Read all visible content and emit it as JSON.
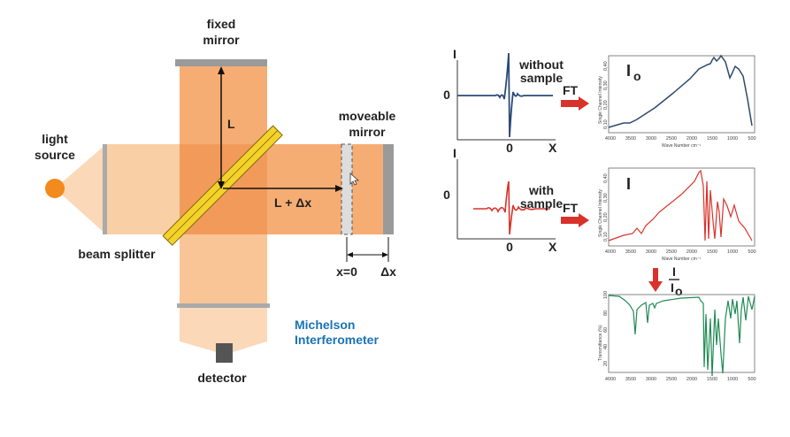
{
  "interferometer": {
    "fixed_mirror": [
      "fixed",
      "mirror"
    ],
    "moveable_mirror": [
      "moveable",
      "mirror"
    ],
    "light_source": [
      "light",
      "source"
    ],
    "beam_splitter": "beam splitter",
    "detector": "detector",
    "L": "L",
    "L_dx": "L + Δx",
    "x0": "x=0",
    "dx": "Δx",
    "title": [
      "Michelson",
      "Interferometer"
    ]
  },
  "interferograms": [
    {
      "y_label": "I",
      "zero": "0",
      "x_zero": "0",
      "x_label": "X",
      "caption": [
        "without",
        "sample"
      ],
      "ft": "FT",
      "color": "#2b4a78"
    },
    {
      "y_label": "I",
      "zero": "0",
      "x_zero": "0",
      "x_label": "X",
      "caption": [
        "with",
        "sample"
      ],
      "ft": "FT",
      "color": "#d9322a"
    }
  ],
  "spectra": [
    {
      "label": "I",
      "sub": "o",
      "y_axis": "Single Channel Intensity",
      "y_ticks": [
        "0,40",
        "0,30",
        "0,20",
        "0,10"
      ],
      "x_axis": "Wave Number cm⁻¹",
      "x_ticks": [
        "4000",
        "3500",
        "3000",
        "2500",
        "2000",
        "1500",
        "1000",
        "500"
      ],
      "color": "#2e4a6b"
    },
    {
      "label": "I",
      "y_axis": "Single Channel Intensity",
      "y_ticks": [
        "0,40",
        "0,30",
        "0,20",
        "0,10"
      ],
      "x_axis": "Wave Number cm⁻¹",
      "x_ticks": [
        "4000",
        "3500",
        "3000",
        "2500",
        "2000",
        "1500",
        "1000",
        "500"
      ],
      "color": "#d9322a"
    },
    {
      "y_axis": "Transmittance (%)",
      "y_ticks": [
        "100",
        "80",
        "60",
        "40",
        "20"
      ],
      "x_ticks": [
        "4000",
        "3500",
        "3000",
        "2500",
        "2000",
        "1500",
        "1000",
        "500"
      ],
      "color": "#1f8a55"
    }
  ],
  "ratio": {
    "num": "I",
    "den": "I",
    "den_sub": "o"
  }
}
